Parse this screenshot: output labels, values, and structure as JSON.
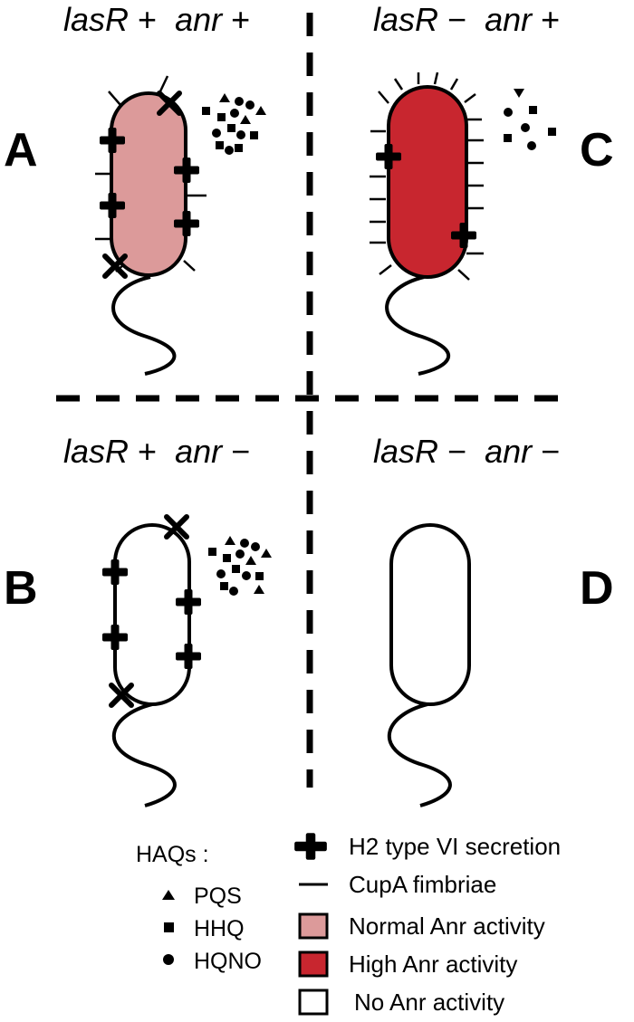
{
  "panels": {
    "A": {
      "letter": "A",
      "gene1": "lasR",
      "sign1": "+",
      "gene2": "anr",
      "sign2": "+",
      "fill": "#DC9A9A"
    },
    "C": {
      "letter": "C",
      "gene1": "lasR",
      "sign1": "−",
      "gene2": "anr",
      "sign2": "+",
      "fill": "#C8262F"
    },
    "B": {
      "letter": "B",
      "gene1": "lasR",
      "sign1": "+",
      "gene2": "anr",
      "sign2": "−",
      "fill": "#FFFFFF"
    },
    "D": {
      "letter": "D",
      "gene1": "lasR",
      "sign1": "−",
      "gene2": "anr",
      "sign2": "−",
      "fill": "#FFFFFF"
    }
  },
  "legend": {
    "haqs_title": "HAQs :",
    "haqs": [
      {
        "shape": "triangle",
        "label": "PQS"
      },
      {
        "shape": "square",
        "label": "HHQ"
      },
      {
        "shape": "circle",
        "label": "HQNO"
      }
    ],
    "items": [
      {
        "symbol": "cross-icon",
        "label": "H2 type VI secretion"
      },
      {
        "symbol": "line-icon",
        "label": "CupA fimbriae"
      },
      {
        "symbol": "swatch",
        "color": "#DC9A9A",
        "label": "Normal Anr activity"
      },
      {
        "symbol": "swatch",
        "color": "#C8262F",
        "label": "High Anr activity"
      },
      {
        "symbol": "swatch",
        "color": "#FFFFFF",
        "label": "No Anr activity"
      }
    ]
  }
}
